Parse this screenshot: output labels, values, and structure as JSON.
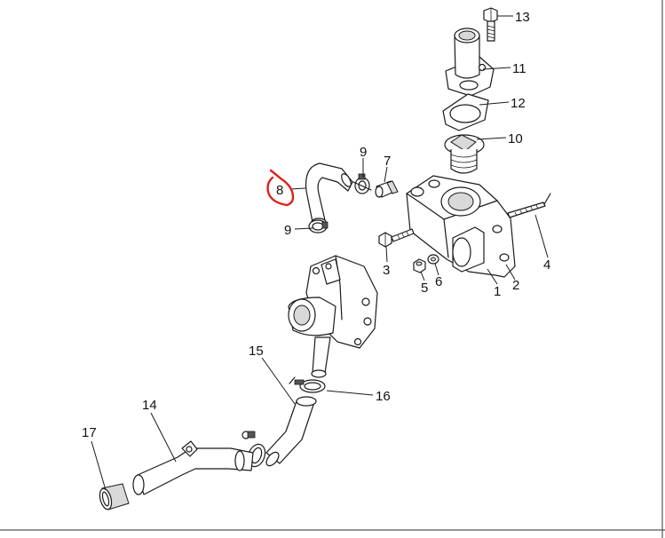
{
  "diagram": {
    "part_labels": {
      "p1": "1",
      "p2": "2",
      "p3": "3",
      "p4": "4",
      "p5": "5",
      "p6": "6",
      "p7": "7",
      "p8": "8",
      "p9a": "9",
      "p9b": "9",
      "p10": "10",
      "p11": "11",
      "p12": "12",
      "p13": "13",
      "p14": "14",
      "p15": "15",
      "p16": "16",
      "p17": "17"
    },
    "highlight_color": "#e0201b",
    "highlighted_part": "8"
  }
}
